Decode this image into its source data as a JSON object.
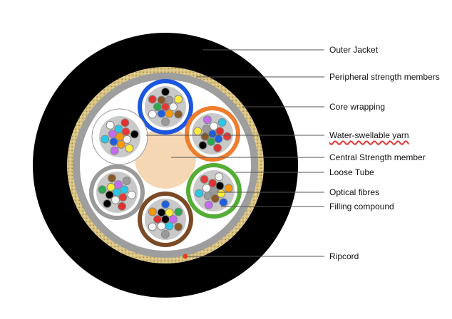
{
  "labels": {
    "outer_jacket": "Outer Jacket",
    "peripheral_strength": "Peripheral strength members",
    "core_wrapping": "Core wrapping",
    "water_swellable": "Water-swellable yarn",
    "central_strength": "Central Strength member",
    "loose_tube": "Loose Tube",
    "optical_fibres": "Optical fibres",
    "filling_compound": "Filling compound",
    "ripcord": "Ripcord"
  },
  "colors": {
    "jacket": "#000000",
    "strength_ring": "#d9c383",
    "wrapping": "#9e9e9e",
    "core": "#ffffff",
    "central_member": "#f6d7b3",
    "filling": "#c9c9c9",
    "ripcord": "#e0401c"
  },
  "loose_tubes": [
    {
      "name": "blue-tube",
      "color": "#1b56e0"
    },
    {
      "name": "orange-tube",
      "color": "#ef7d2e"
    },
    {
      "name": "green-tube",
      "color": "#54ad34"
    },
    {
      "name": "brown-tube",
      "color": "#7a4a26"
    },
    {
      "name": "grey-tube",
      "color": "#9a9a9a"
    },
    {
      "name": "white-tube",
      "color": "#ffffff"
    }
  ],
  "fibre_colors": [
    "#e53935",
    "#f4f4f4",
    "#ff9800",
    "#1e5fe0",
    "#2fa84f",
    "#8a5a2b",
    "#9a9a9a",
    "#ffffff",
    "#e03131",
    "#000000",
    "#ffeb3b",
    "#c56cf0",
    "#29c7e8"
  ]
}
